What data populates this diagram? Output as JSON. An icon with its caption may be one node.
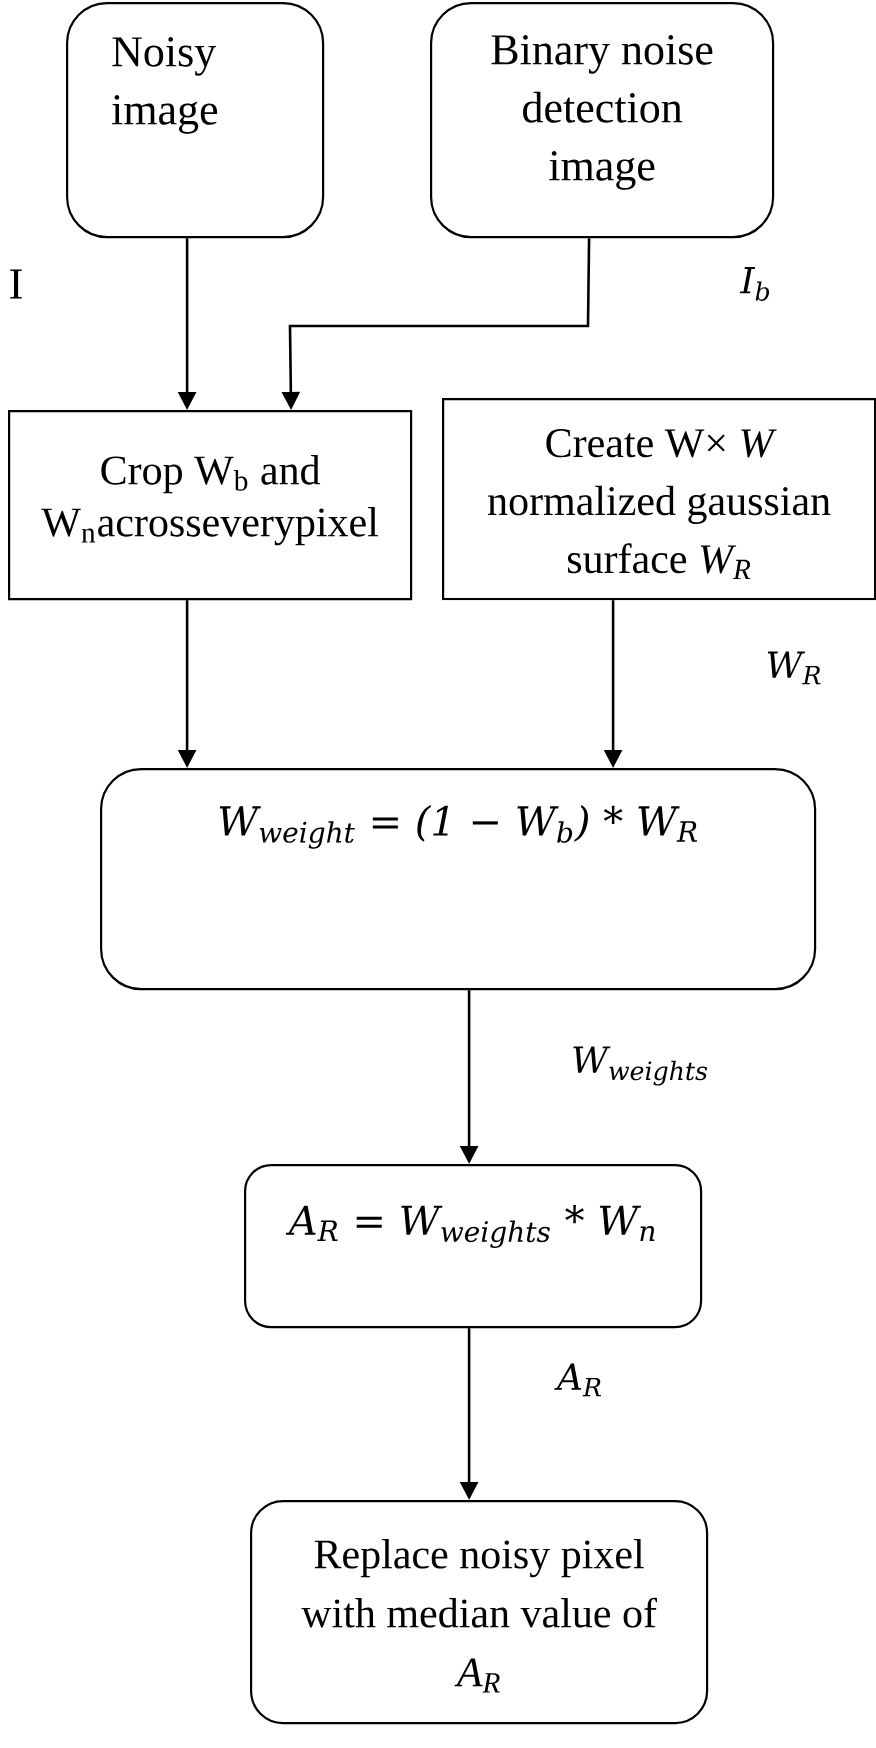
{
  "diagram": {
    "nodes": [
      {
        "text": [
          "Noisy image"
        ]
      },
      {
        "text": [
          "Binary noise detection image"
        ]
      },
      {
        "text": [
          "Crop W$_{b}$ and W$_{n}$acrosseverypixel"
        ]
      },
      {
        "text": [
          "Create W× *W* normalized gaussian surface *W$_{R}$*"
        ]
      },
      {
        "text": [
          "W$_{weight}$ = (1 − W$_{b}$) * W$_{R}$"
        ]
      },
      {
        "text": [
          "A$_{R}$ = W$_{weights}$ * W$_{n}$"
        ]
      },
      {
        "text": [
          "Replace noisy pixel with median value of *A$_{R}$*"
        ]
      }
    ],
    "edges": [
      {
        "from": 0,
        "to": 2,
        "arrow": "to",
        "label": "I"
      },
      {
        "from": 1,
        "to": 2,
        "arrow": "to",
        "label": "I$_{b}$"
      },
      {
        "from": 2,
        "to": 4,
        "arrow": "to"
      },
      {
        "from": 3,
        "to": 4,
        "arrow": "to",
        "label": "W$_{R}$"
      },
      {
        "from": 4,
        "to": 5,
        "arrow": "to",
        "label": "W$_{weights}$"
      },
      {
        "from": 5,
        "to": 6,
        "arrow": "to",
        "label": "A$_{R}$"
      }
    ]
  }
}
